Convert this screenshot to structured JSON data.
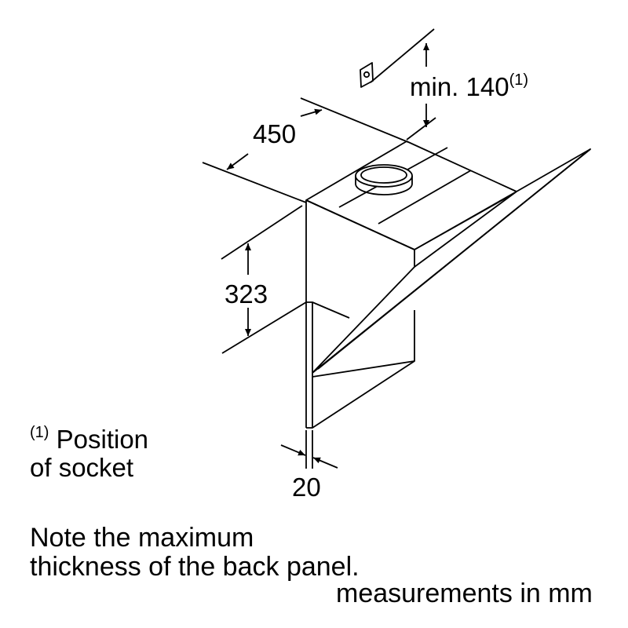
{
  "dimensions": {
    "width": "450",
    "min_height_value": "min. 140",
    "min_height_ref": "(1)",
    "height": "323",
    "back_panel_thickness": "20"
  },
  "footnote": {
    "ref": "(1)",
    "line1": "Position",
    "line2": "of socket"
  },
  "note": {
    "line1": "Note the maximum",
    "line2": "thickness of the back panel."
  },
  "units": "measurements in mm",
  "colors": {
    "lines": "#000000",
    "background": "#ffffff"
  }
}
